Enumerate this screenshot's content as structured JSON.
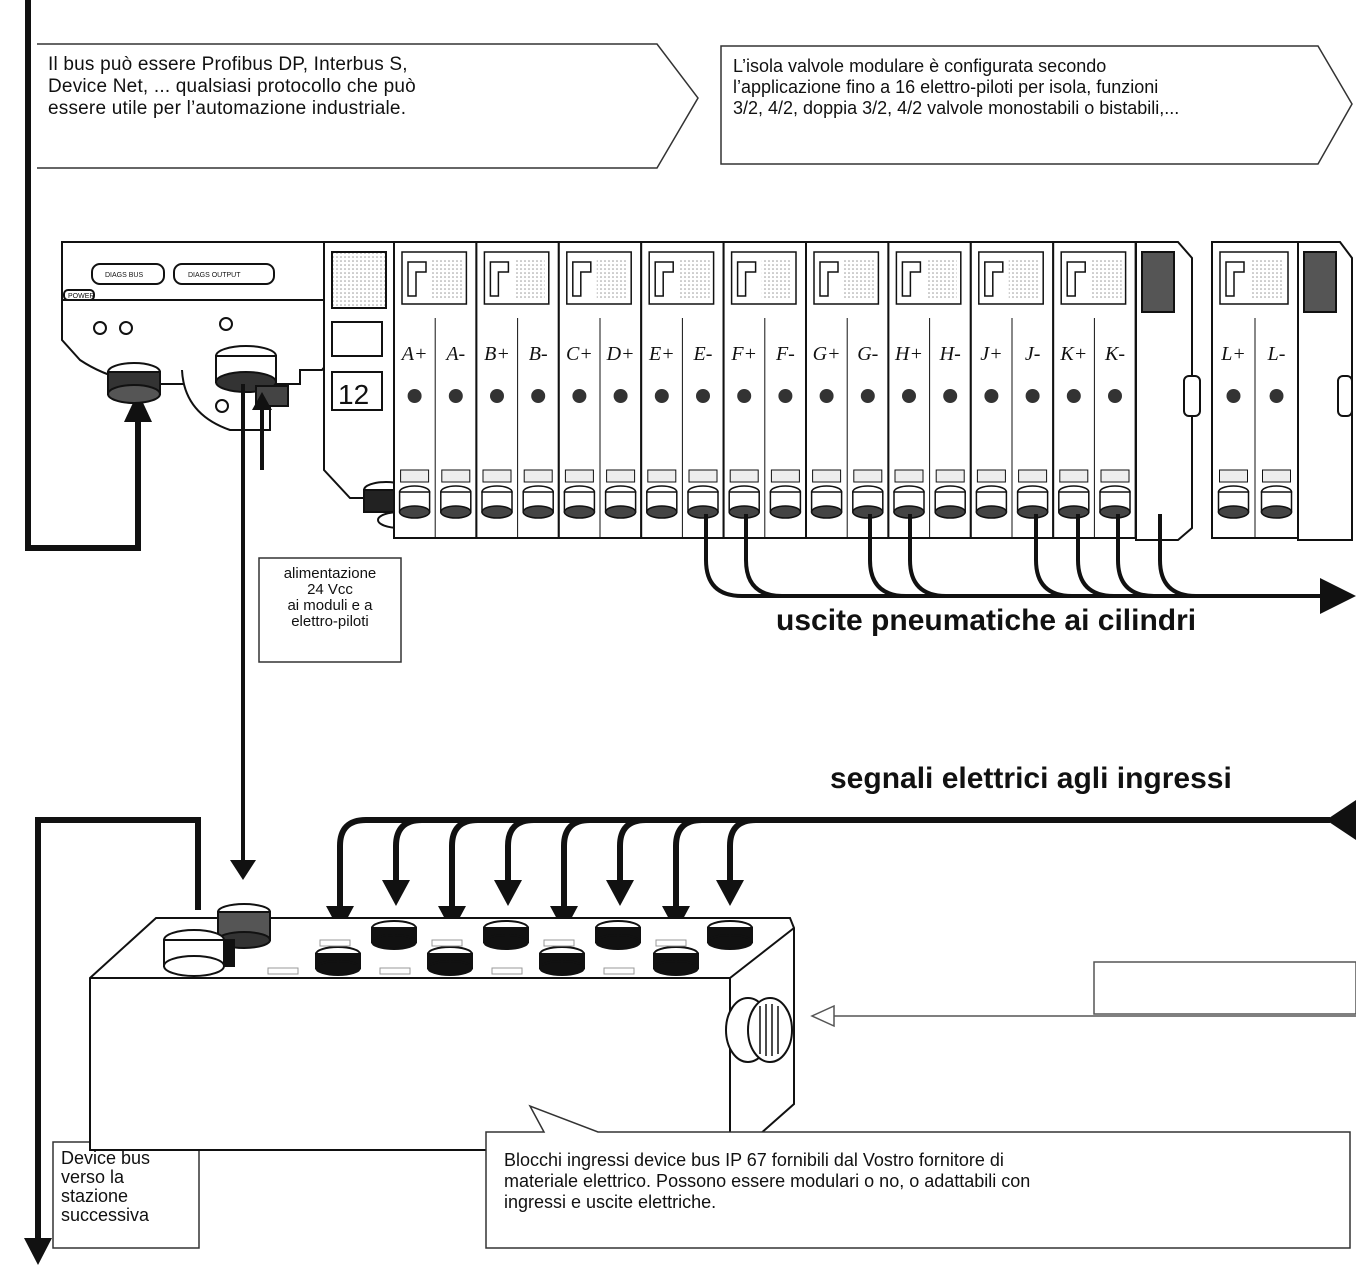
{
  "callouts": {
    "bus_protocol": {
      "line1": "Il bus può essere Profibus DP, Interbus S,",
      "line2": "Device Net, ... qualsiasi protocollo che può",
      "line3": "essere utile per l’automazione industriale."
    },
    "valve_island": {
      "line1": "L’isola valvole modulare è configurata secondo",
      "line2": "l’applicazione fino a 16 elettro-piloti per isola, funzioni",
      "line3": "3/2, 4/2, doppia 3/2, 4/2 valvole monostabili o bistabili,..."
    },
    "power_supply": {
      "line1": "alimentazione",
      "line2": "24 Vcc",
      "line3": "ai moduli e a",
      "line4": "elettro-piloti"
    },
    "device_bus": {
      "line1": "Device bus",
      "line2": "verso la",
      "line3": "stazione",
      "line4": "successiva"
    },
    "input_blocks": {
      "line1": "Blocchi ingressi device bus IP 67 fornibili dal Vostro fornitore di",
      "line2": "materiale elettrico. Possono essere modulari o no, o adattabili con",
      "line3": "ingressi e uscite elettriche."
    }
  },
  "headings": {
    "pneumatic_outputs": "uscite pneumatiche ai cilindri",
    "electrical_inputs": "segnali elettrici agli ingressi"
  },
  "module": {
    "diag_bus": "DIAGS BUS",
    "diag_output": "DIAGS OUTPUT",
    "power": "POWER",
    "number": "12"
  },
  "valve_labels": [
    "A+",
    "A-",
    "B+",
    "B-",
    "C+",
    "D+",
    "E+",
    "E-",
    "F+",
    "F-",
    "G+",
    "G-",
    "H+",
    "H-",
    "J+",
    "J-",
    "K+",
    "K-"
  ],
  "extra_valve_labels": [
    "L+",
    "L-"
  ],
  "colors": {
    "ink": "#111111",
    "paper": "#ffffff",
    "shade": "#dddddd"
  }
}
